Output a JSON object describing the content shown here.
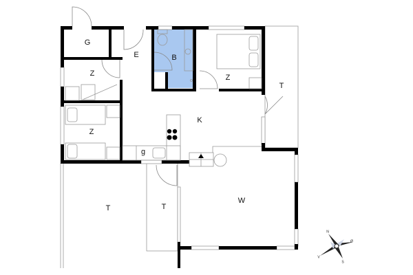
{
  "plan": {
    "rooms": [
      {
        "id": "garage",
        "label": "G"
      },
      {
        "id": "entrance",
        "label": "E"
      },
      {
        "id": "bathroom",
        "label": "B"
      },
      {
        "id": "bedroom-top-right",
        "label": "Z"
      },
      {
        "id": "bedroom-left-top",
        "label": "Z"
      },
      {
        "id": "bedroom-left-bottom",
        "label": "Z"
      },
      {
        "id": "kitchen",
        "label": "K"
      },
      {
        "id": "utility",
        "label": "g"
      },
      {
        "id": "terrace-right",
        "label": "T"
      },
      {
        "id": "terrace-left",
        "label": "T"
      },
      {
        "id": "terrace-middle",
        "label": "T"
      },
      {
        "id": "conservatory",
        "label": "W"
      }
    ],
    "colors": {
      "wall": "#000000",
      "bathroom": "#a9c8f0",
      "fixture": "#999999"
    }
  },
  "compass": {
    "n": "N",
    "e": "Ø",
    "s": "S",
    "w": "V"
  }
}
